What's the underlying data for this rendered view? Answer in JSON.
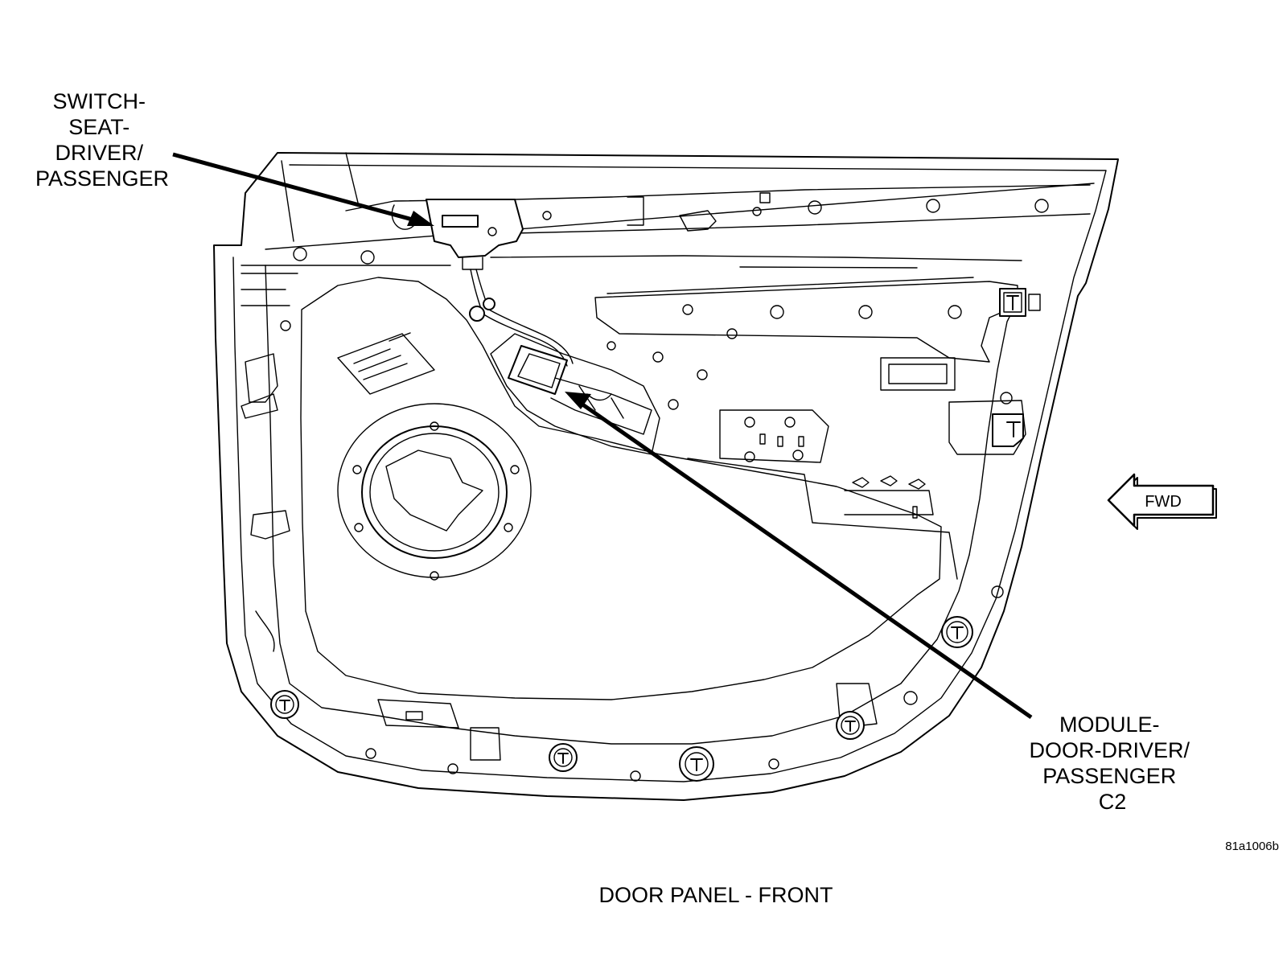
{
  "labels": {
    "switch_seat": [
      "SWITCH-",
      "SEAT-",
      "DRIVER/",
      "PASSENGER"
    ],
    "module_door": [
      "MODULE-",
      "DOOR-DRIVER/",
      "PASSENGER",
      "C2"
    ],
    "fwd": "FWD",
    "figure_id": "81a1006b",
    "caption": "DOOR PANEL - FRONT"
  }
}
